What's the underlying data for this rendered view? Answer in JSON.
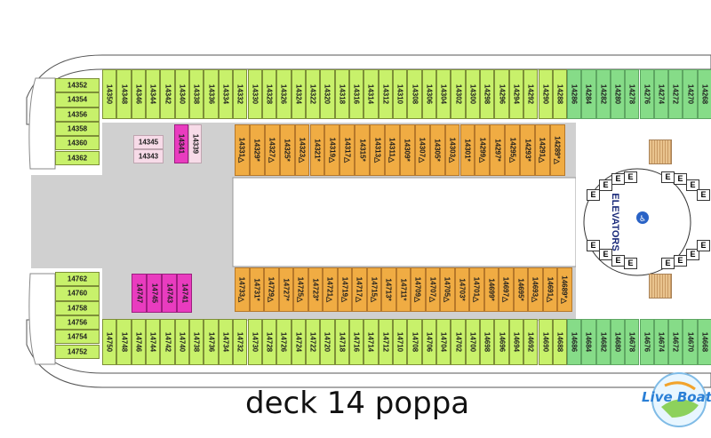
{
  "title": "deck 14 poppa",
  "logo": {
    "text": "Live Boat.it"
  },
  "elevators_label": "ELEVATORS",
  "elevator_car_letter": "E",
  "colors": {
    "outer_cabins": "#c8f16b",
    "forward_cabins": "#86dc88",
    "inner_cabins": "#f0ac43",
    "accessible_cabins": "#e93cbf",
    "suite_cabins": "#f7dbe8",
    "corridor": "#d0d0d0"
  },
  "cabins": {
    "top_outer": [
      "14350",
      "14348",
      "14346",
      "14344",
      "14342",
      "14340",
      "14338",
      "14336",
      "14334",
      "14332",
      "14330",
      "14328",
      "14326",
      "14324",
      "14322",
      "14320",
      "14318",
      "14316",
      "14314",
      "14312",
      "14310",
      "14308",
      "14306",
      "14304",
      "14302",
      "14300",
      "14298",
      "14296",
      "14294",
      "14292",
      "14290",
      "14288"
    ],
    "top_outer_green": [
      "14286",
      "14284",
      "14282",
      "14280",
      "14278",
      "14276",
      "14274",
      "14272",
      "14270",
      "14268"
    ],
    "top_inner": [
      "14331△",
      "14329*",
      "14327△",
      "14325*",
      "14323△",
      "14321*",
      "14319△",
      "14317△",
      "14315*",
      "14313△",
      "14311△",
      "14309*",
      "14307△",
      "14305*",
      "14303△",
      "14301*",
      "14299△",
      "14297*",
      "14295△",
      "14293*",
      "14291△",
      "14289*△"
    ],
    "bottom_inner": [
      "14733△",
      "14731*",
      "14729△",
      "14727*",
      "14725△",
      "14723*",
      "14721△",
      "14719△",
      "14717△",
      "14715△",
      "14713*",
      "14711*",
      "14709△",
      "14707△",
      "14705△",
      "14703*",
      "14701△",
      "14699*",
      "14697△",
      "14695*",
      "14693△",
      "14691△",
      "14689*△"
    ],
    "bottom_outer": [
      "14750",
      "14748",
      "14746",
      "14744",
      "14742",
      "14740",
      "14738",
      "14736",
      "14734",
      "14732",
      "14730",
      "14728",
      "14726",
      "14724",
      "14722",
      "14720",
      "14718",
      "14716",
      "14714",
      "14712",
      "14710",
      "14708",
      "14706",
      "14704",
      "14702",
      "14700",
      "14698",
      "14696",
      "14694",
      "14692",
      "14690",
      "14688"
    ],
    "bottom_outer_green": [
      "14686",
      "14684",
      "14682",
      "14680",
      "14678",
      "14676",
      "14674",
      "14672",
      "14670",
      "14668"
    ],
    "aft_top": [
      "14352",
      "14354",
      "14356",
      "14358",
      "14360",
      "14362"
    ],
    "aft_bottom": [
      "14762",
      "14760",
      "14758",
      "14756",
      "14754",
      "14752"
    ],
    "top_magenta": [
      "14341"
    ],
    "top_pink_vertical": [
      "14339"
    ],
    "top_pink_horizontal": [
      "14345",
      "14343"
    ],
    "bottom_magenta": [
      "14747",
      "14745",
      "14743",
      "14741"
    ]
  }
}
